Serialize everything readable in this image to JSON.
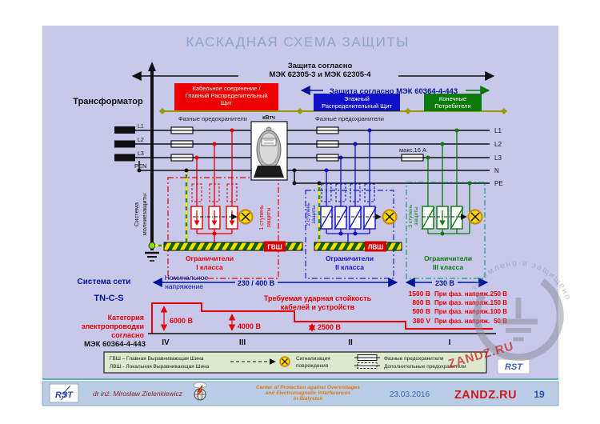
{
  "title": "КАСКАДНАЯ СХЕМА ЗАЩИТЫ",
  "top": {
    "lps1": "Защита согласно",
    "lps2": "МЭК 62305-3 и МЭК 62305-4",
    "iec443": "Защита согласно МЭК 60364-4-443"
  },
  "boards": {
    "main1": "Кабельное соединение /",
    "main2": "Главный Распределительный",
    "main3": "Щит",
    "floor1": "Этажный",
    "floor2": "Распределительный Щит",
    "end1": "Конечные",
    "end2": "Потребители"
  },
  "left": {
    "transformer": "Трансформатор",
    "sys1": "Система",
    "sys2": "молниезащиты"
  },
  "cond": {
    "l1": "L1",
    "l2": "L2",
    "l3": "L3",
    "pen": "PEN",
    "r_l1": "L1",
    "r_l2": "L2",
    "r_l3": "L3",
    "r_n": "N",
    "r_pe": "PE"
  },
  "mid": {
    "fuses1": "Фазные предохранители",
    "fuses2": "Фазные предохранители",
    "kwh": "кВтч",
    "max16": "макс.16 А"
  },
  "stages": {
    "s1a": "1 ступень",
    "s1b": "защиты",
    "s2a": "2 ступень",
    "s2b": "защиты",
    "s3a": "3 ступень",
    "s3b": "защиты",
    "gvb": "ГВШ",
    "lvb": "ЛВШ",
    "lim1a": "Ограничители",
    "lim1b": "I класса",
    "lim2a": "Ограничители",
    "lim2b": "II класса",
    "lim3a": "Ограничители",
    "lim3b": "III класса"
  },
  "bottom": {
    "system": "Система сети",
    "tncs": "TN-C-S",
    "cat1": "Категория",
    "cat2": "электропроводки",
    "cat3": "согласно",
    "cat4": "МЭК 60364-4-443",
    "nom1": "Номинальное",
    "nom2": "напряжение",
    "v230400": "230 / 400 В",
    "v230": "230 В",
    "req1": "Требуемая ударная стойкость",
    "req2": "кабелей и устройств",
    "rows": [
      {
        "v": "1500 В",
        "t": "При фаз. напряж.",
        "u": "250 В"
      },
      {
        "v": "800 В",
        "t": "При фаз. напряж..",
        "u": "150 В"
      },
      {
        "v": "500 В",
        "t": "При фаз. напряж.",
        "u": "100 В"
      },
      {
        "v": "380 V",
        "t": "При фаз. напряж.",
        "u": "50 В"
      }
    ],
    "v6000": "6000 В",
    "v4000": "4000 В",
    "v2500": "2500 В",
    "roman4": "IV",
    "roman3": "III",
    "roman2": "II",
    "roman1": "I"
  },
  "legend": {
    "gvb": "ГВШ – Главная Выравнивающая Шина",
    "lvb": "ЛВШ - Локальная Выравнивающая Шина",
    "sig1": "Сигнализация",
    "sig2": "повреждения",
    "fsolid": "Фазные предохранители",
    "fdash": "Дополнительные предохранители"
  },
  "watermark": {
    "arc": "заземлено-и защищено",
    "zandz": "ZANDZ.RU",
    "rst": "RST"
  },
  "footer": {
    "rst": "RST",
    "author": "dr inż. Mirosław Zielenkiewicz",
    "c1": "Center of Protection against Overvoltages",
    "c2": "and Electromagnetic Interferences",
    "c3": "in Bialystok",
    "date": "23.03.2016",
    "site": "ZANDZ.RU",
    "page": "19"
  },
  "colors": {
    "red": "#e80000",
    "navy": "#00149b",
    "green": "#0b7a0b",
    "olive": "#9a9a00",
    "lavender": "#c8c8ea",
    "footer_bg": "#b9cde6",
    "lamp": "#ffd700"
  }
}
